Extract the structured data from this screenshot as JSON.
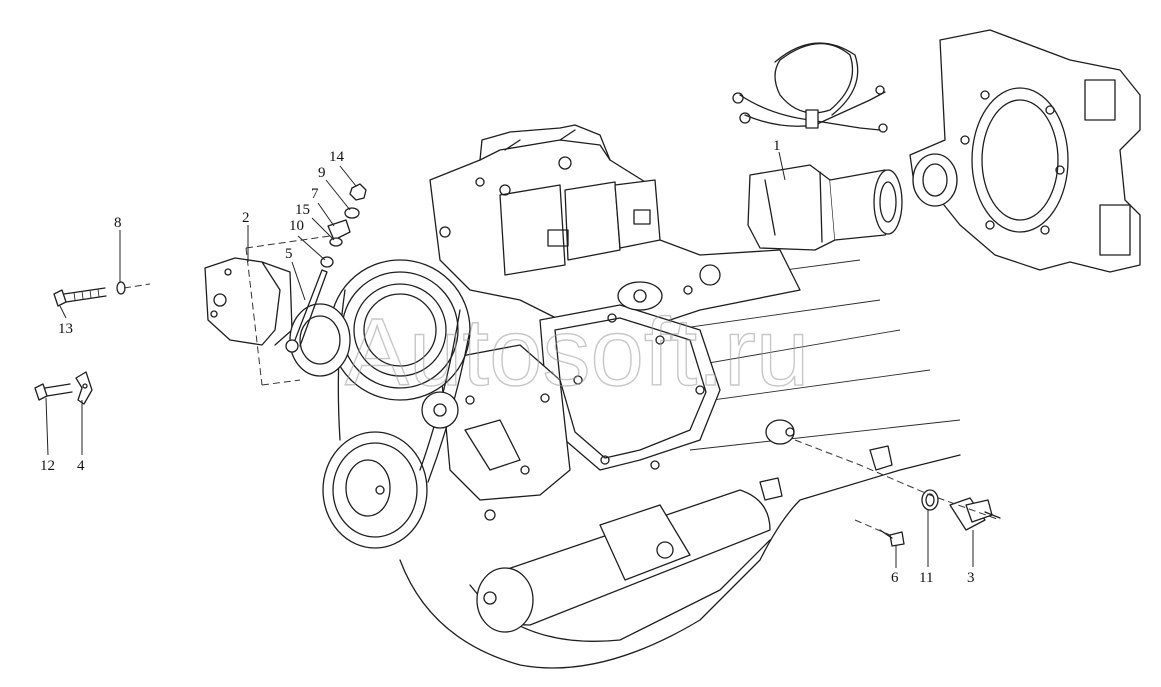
{
  "callouts": [
    {
      "id": "c1",
      "label": "1"
    },
    {
      "id": "c2",
      "label": "2"
    },
    {
      "id": "c3",
      "label": "3"
    },
    {
      "id": "c4",
      "label": "4"
    },
    {
      "id": "c5",
      "label": "5"
    },
    {
      "id": "c6",
      "label": "6"
    },
    {
      "id": "c7",
      "label": "7"
    },
    {
      "id": "c8",
      "label": "8"
    },
    {
      "id": "c9",
      "label": "9"
    },
    {
      "id": "c10",
      "label": "10"
    },
    {
      "id": "c11",
      "label": "11"
    },
    {
      "id": "c12",
      "label": "12"
    },
    {
      "id": "c13",
      "label": "13"
    },
    {
      "id": "c14",
      "label": "14"
    },
    {
      "id": "c15",
      "label": "15"
    }
  ],
  "watermark": {
    "text": "Autosoft.ru",
    "color": "#9a9a9a"
  },
  "colors": {
    "line": "#1e1e1e",
    "background": "#ffffff"
  }
}
